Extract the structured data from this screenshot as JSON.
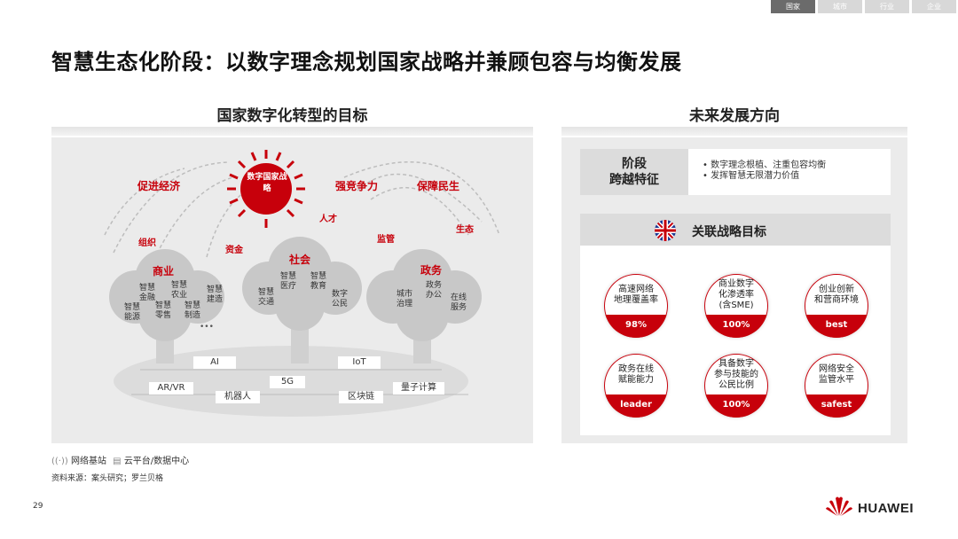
{
  "tabs": [
    "国家",
    "城市",
    "行业",
    "企业"
  ],
  "active_tab": "国家",
  "title": "智慧生态化阶段：以数字理念规划国家战略并兼顾包容与均衡发展",
  "left_section": {
    "heading": "国家数字化转型的目标",
    "sun": "数字国家战略",
    "goals": [
      "促进经济",
      "强竞争力",
      "保障民生"
    ],
    "inputs": [
      "组织",
      "资金",
      "人才",
      "监管",
      "生态"
    ],
    "trees": [
      {
        "name": "商业",
        "items": [
          "智慧金融",
          "智慧农业",
          "智慧建造",
          "智慧能源",
          "智慧零售",
          "智慧制造"
        ],
        "more": "•••"
      },
      {
        "name": "社会",
        "items": [
          "智慧医疗",
          "智慧教育",
          "智慧交通",
          "数字公民"
        ]
      },
      {
        "name": "政务",
        "items": [
          "政务办公",
          "城市治理",
          "在线服务"
        ]
      }
    ],
    "tech": [
      "AI",
      "IoT",
      "AR/VR",
      "5G",
      "量子计算",
      "机器人",
      "区块链"
    ]
  },
  "right_section": {
    "heading": "未来发展方向",
    "stage_label": "阶段跨越特征",
    "stage_label_lines": [
      "阶段",
      "跨越特征"
    ],
    "bullets": [
      "数字理念根植、注重包容均衡",
      "发挥智慧无限潜力价值"
    ],
    "strategy_title": "关联战略目标",
    "goals": [
      {
        "label": "高速网络地理覆盖率",
        "lines": [
          "高速网络",
          "地理覆盖率"
        ],
        "value": "98%"
      },
      {
        "label": "商业数字化渗透率(含SME)",
        "lines": [
          "商业数字",
          "化渗透率",
          "(含SME)"
        ],
        "value": "100%"
      },
      {
        "label": "创业创新和营商环境",
        "lines": [
          "创业创新",
          "和营商环境"
        ],
        "value": "best"
      },
      {
        "label": "政务在线赋能能力",
        "lines": [
          "政务在线",
          "赋能能力"
        ],
        "value": "leader"
      },
      {
        "label": "具备数字参与技能的公民比例",
        "lines": [
          "具备数字",
          "参与技能的",
          "公民比例"
        ],
        "value": "100%"
      },
      {
        "label": "网络安全监管水平",
        "lines": [
          "网络安全",
          "监管水平"
        ],
        "value": "safest"
      }
    ]
  },
  "legend": {
    "base_station": "网络基站",
    "cloud": "云平台/数据中心"
  },
  "source": "资料来源：案头研究；罗兰贝格",
  "page_number": "29",
  "brand": "HUAWEI",
  "colors": {
    "accent": "#c7000b",
    "panel": "#ebebeb"
  }
}
